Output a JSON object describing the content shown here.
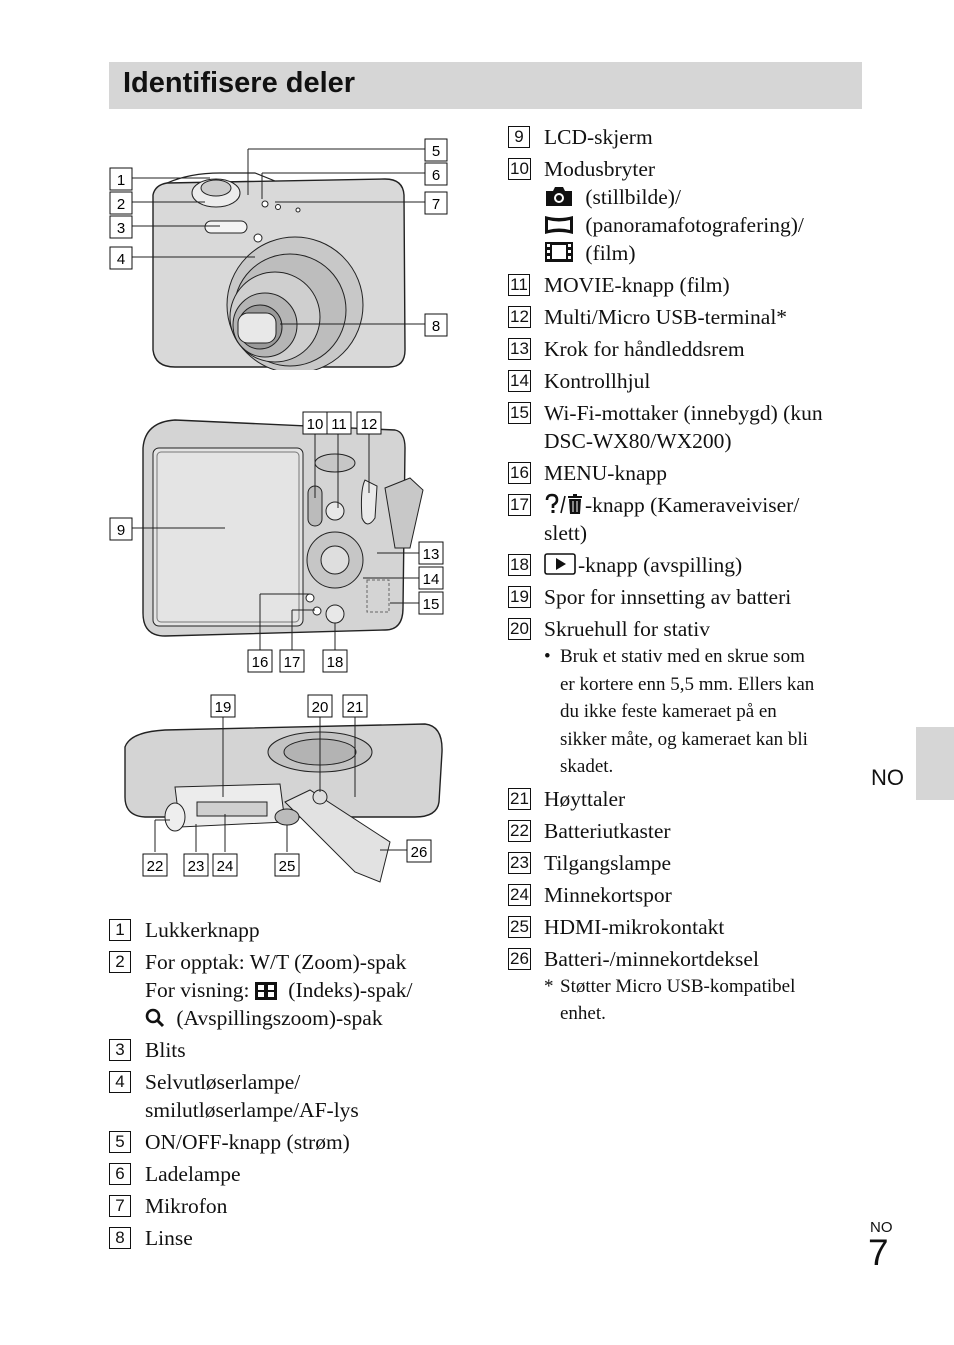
{
  "title": "Identifisere deler",
  "side_tab": "NO",
  "page_code": "NO",
  "page_number": "7",
  "figure_callouts": {
    "front": [
      "1",
      "2",
      "3",
      "4",
      "5",
      "6",
      "7",
      "8"
    ],
    "back": [
      "9",
      "10",
      "11",
      "12",
      "13",
      "14",
      "15",
      "16",
      "17",
      "18"
    ],
    "bottom": [
      "19",
      "20",
      "21",
      "22",
      "23",
      "24",
      "25",
      "26"
    ]
  },
  "left_items": [
    {
      "num": "1",
      "lines": [
        "Lukkerknapp"
      ]
    },
    {
      "num": "2",
      "lines": [
        "For opptak: W/T (Zoom)-spak"
      ],
      "line2_pre": "For visning: ",
      "line2_post": " (Indeks)-spak/",
      "line3": " (Avspillingszoom)-spak"
    },
    {
      "num": "3",
      "lines": [
        "Blits"
      ]
    },
    {
      "num": "4",
      "lines": [
        "Selvutløserlampe/",
        "smilutløserlampe/AF-lys"
      ]
    },
    {
      "num": "5",
      "lines": [
        "ON/OFF-knapp (strøm)"
      ]
    },
    {
      "num": "6",
      "lines": [
        "Ladelampe"
      ]
    },
    {
      "num": "7",
      "lines": [
        "Mikrofon"
      ]
    },
    {
      "num": "8",
      "lines": [
        "Linse"
      ]
    }
  ],
  "right_items": {
    "i9": {
      "num": "9",
      "text": "LCD-skjerm"
    },
    "i10": {
      "num": "10",
      "text": "Modusbryter",
      "modes": [
        " (stillbilde)/",
        " (panoramafotografering)/",
        " (film)"
      ]
    },
    "i11": {
      "num": "11",
      "text": "MOVIE-knapp (film)"
    },
    "i12": {
      "num": "12",
      "text": "Multi/Micro USB-terminal*"
    },
    "i13": {
      "num": "13",
      "text": "Krok for håndleddsrem"
    },
    "i14": {
      "num": "14",
      "text": "Kontrollhjul"
    },
    "i15": {
      "num": "15",
      "line1": "Wi-Fi-mottaker (innebygd) (kun",
      "line2": "DSC-WX80/WX200)"
    },
    "i16": {
      "num": "16",
      "text": "MENU-knapp"
    },
    "i17": {
      "num": "17",
      "line1": "-knapp (Kameraveiviser/",
      "line2": "slett)"
    },
    "i18": {
      "num": "18",
      "text": "-knapp (avspilling)"
    },
    "i19": {
      "num": "19",
      "text": "Spor for innsetting av batteri"
    },
    "i20": {
      "num": "20",
      "text": "Skruehull for stativ",
      "note_bullet": "•",
      "note": [
        "Bruk et stativ med en skrue som",
        "er kortere enn 5,5 mm. Ellers kan",
        "du ikke feste kameraet på en",
        "sikker måte, og kameraet kan bli",
        "skadet."
      ]
    },
    "i21": {
      "num": "21",
      "text": "Høyttaler"
    },
    "i22": {
      "num": "22",
      "text": "Batteriutkaster"
    },
    "i23": {
      "num": "23",
      "text": "Tilgangslampe"
    },
    "i24": {
      "num": "24",
      "text": "Minnekortspor"
    },
    "i25": {
      "num": "25",
      "text": "HDMI-mikrokontakt"
    },
    "i26": {
      "num": "26",
      "text": "Batteri-/minnekortdeksel"
    },
    "footnote_star": "*",
    "footnote": [
      "Støtter Micro USB-kompatibel",
      "enhet."
    ]
  }
}
